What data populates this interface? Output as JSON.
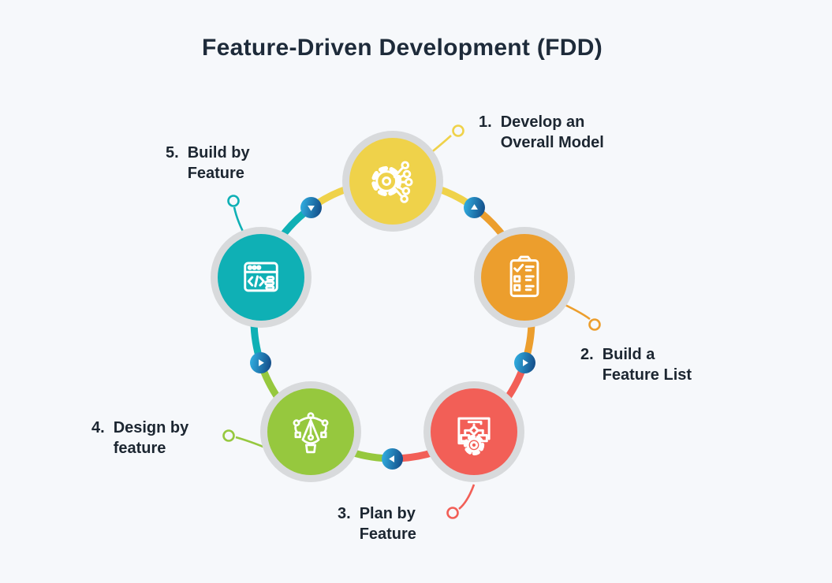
{
  "title": "Feature-Driven Development (FDD)",
  "steps": [
    {
      "number": "1.",
      "line1": "Develop an",
      "line2": "Overall Model",
      "color": "#EFD24A",
      "icon": "gear-network-icon"
    },
    {
      "number": "2.",
      "line1": "Build a",
      "line2": "Feature List",
      "color": "#EC9E2D",
      "icon": "clipboard-checklist-icon"
    },
    {
      "number": "3.",
      "line1": "Plan by",
      "line2": "Feature",
      "color": "#F25F57",
      "icon": "flowchart-gear-icon"
    },
    {
      "number": "4.",
      "line1": "Design by",
      "line2": "feature",
      "color": "#96C83E",
      "icon": "pen-tool-icon"
    },
    {
      "number": "5.",
      "line1": "Build by",
      "line2": "Feature",
      "color": "#0FB0B5",
      "icon": "code-window-icon"
    }
  ],
  "colors": {
    "background": "#F6F8FB",
    "title_text": "#1E2B3A",
    "label_text": "#1C2631",
    "node_ring_gray": "#D8DADC",
    "arrow_marker_blue_light": "#2FA9DC",
    "arrow_marker_blue_dark": "#15518C",
    "icon_stroke": "#FFFFFF"
  }
}
